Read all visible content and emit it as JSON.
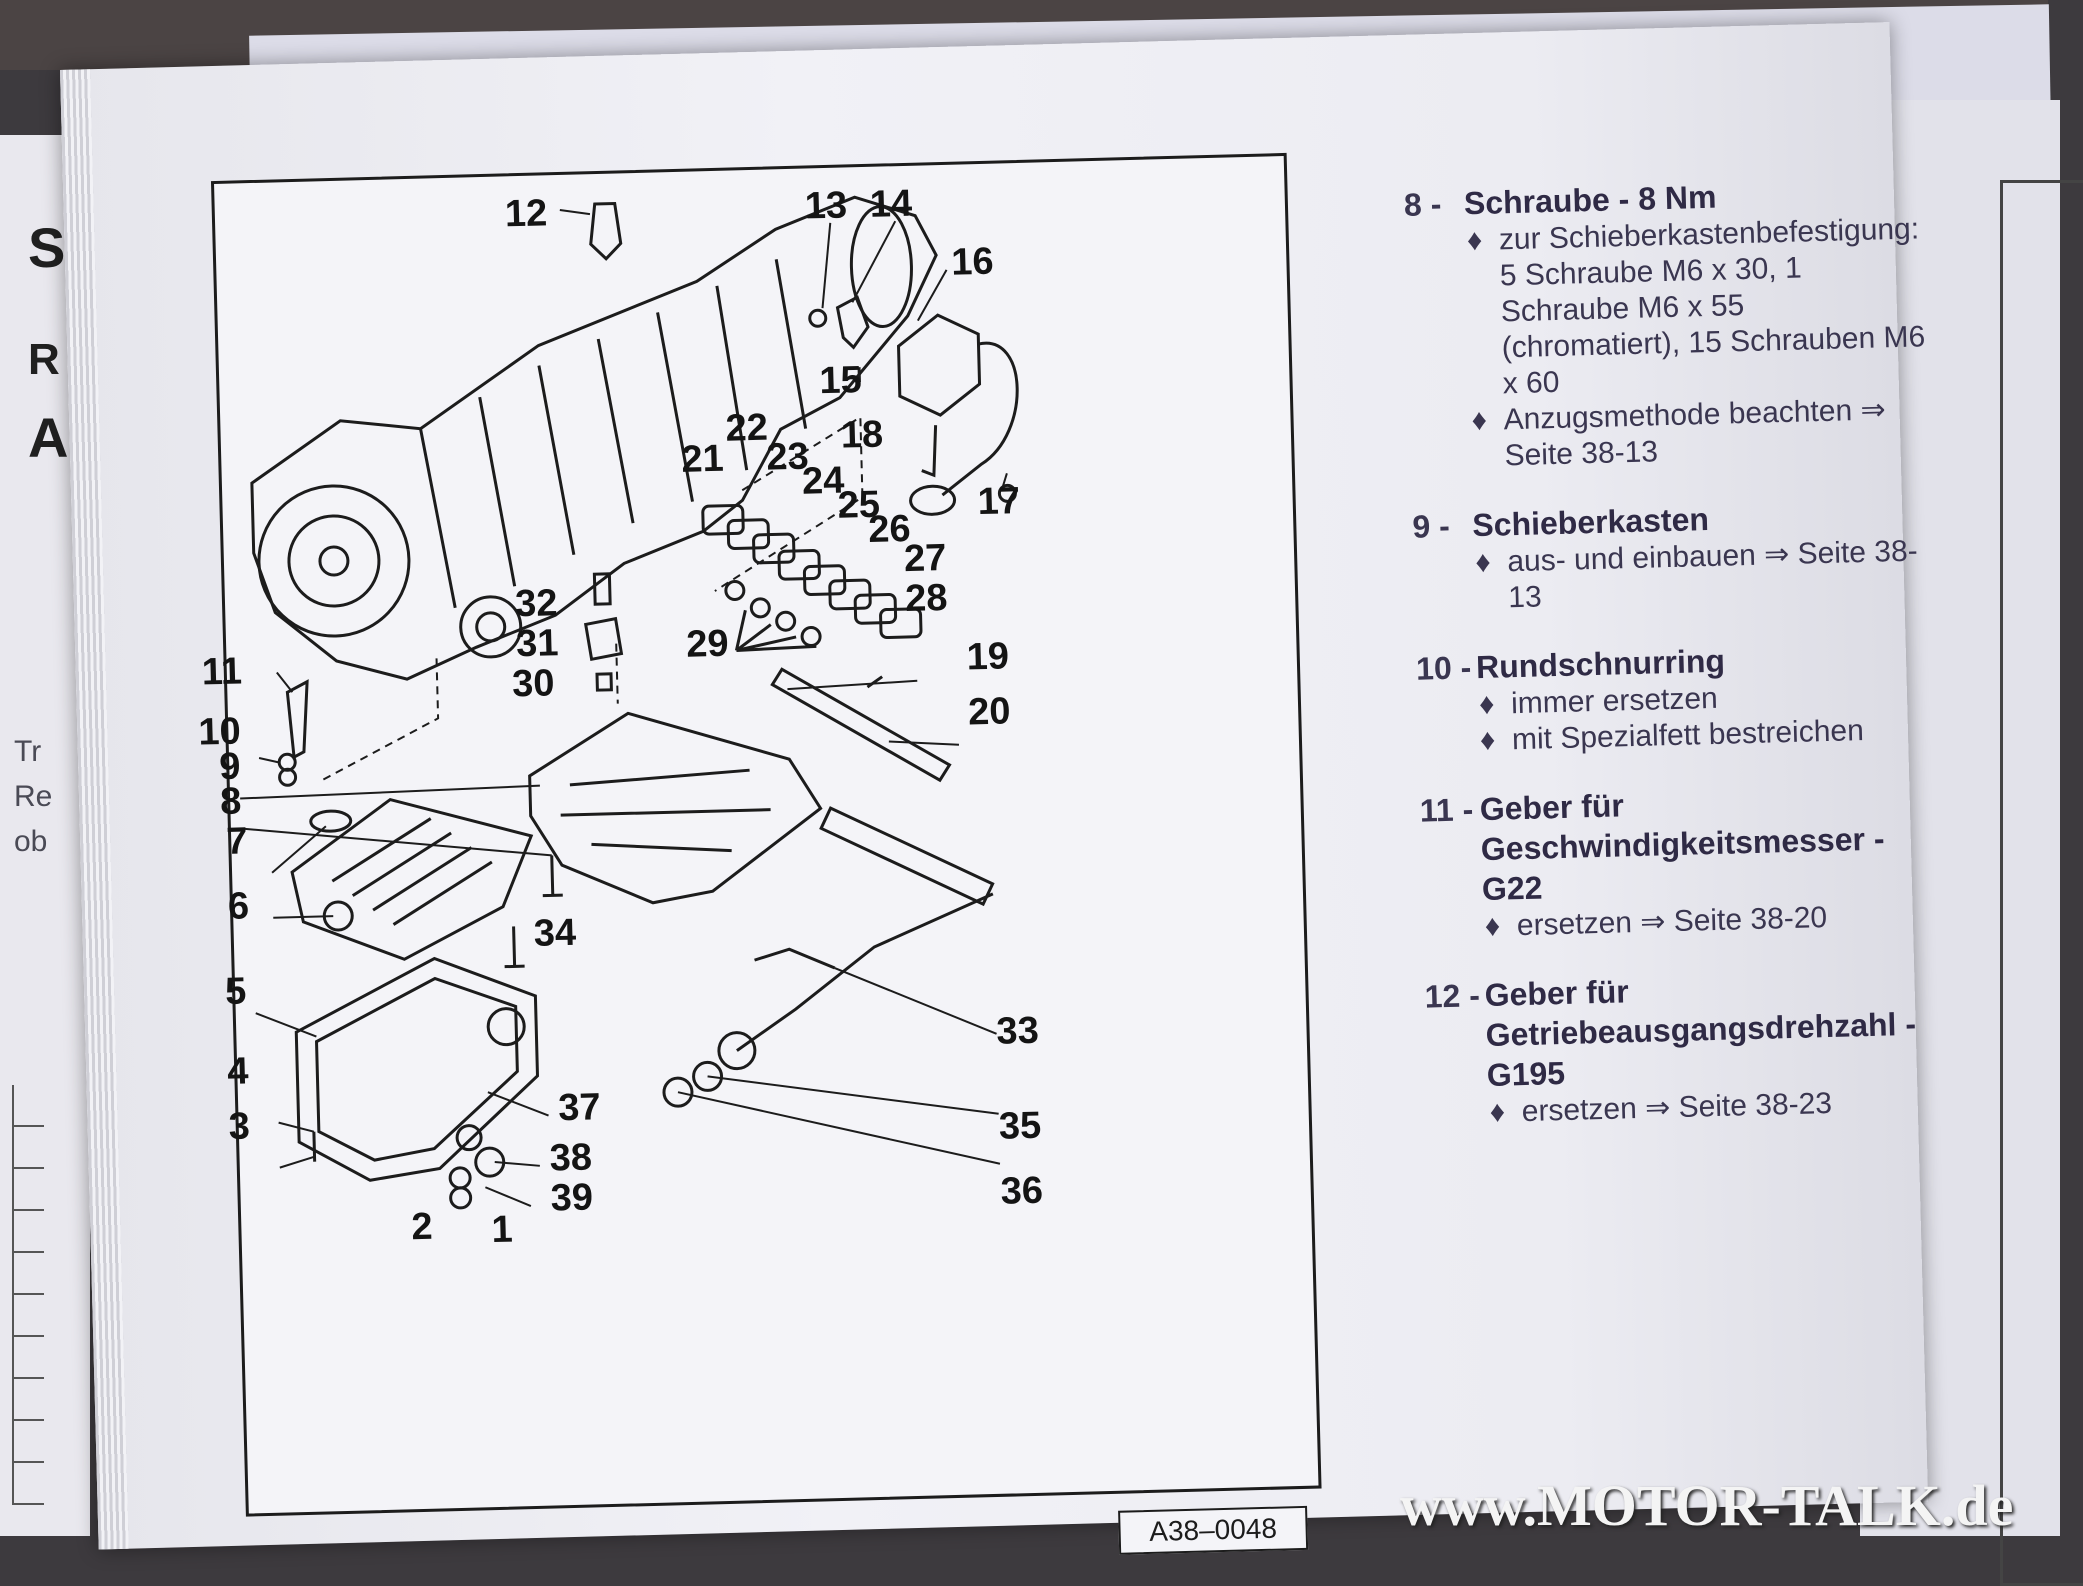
{
  "diagram": {
    "figure_id": "A38–0048",
    "callouts": [
      "1",
      "2",
      "3",
      "4",
      "5",
      "6",
      "7",
      "8",
      "9",
      "10",
      "11",
      "12",
      "13",
      "14",
      "15",
      "16",
      "17",
      "18",
      "19",
      "20",
      "21",
      "22",
      "23",
      "24",
      "25",
      "26",
      "27",
      "28",
      "29",
      "30",
      "31",
      "32",
      "33",
      "34",
      "35",
      "36",
      "37",
      "38",
      "39"
    ]
  },
  "legend": [
    {
      "number": "8 -",
      "title": "Schraube - 8 Nm",
      "bullets": [
        "zur Schieberkastenbefestigung: 5 Schraube M6 x 30, 1 Schraube M6 x 55 (chromatiert), 15 Schrauben M6 x 60",
        "Anzugsmethode beachten ⇒ Seite 38-13"
      ]
    },
    {
      "number": "9 -",
      "title": "Schieberkasten",
      "bullets": [
        "aus- und einbauen ⇒ Seite 38-13"
      ]
    },
    {
      "number": "10 -",
      "title": "Rundschnurring",
      "bullets": [
        "immer ersetzen",
        "mit Spezialfett bestreichen"
      ]
    },
    {
      "number": "11 -",
      "title": "Geber für Geschwindigkeitsmesser -G22",
      "bullets": [
        "ersetzen ⇒ Seite 38-20"
      ]
    },
    {
      "number": "12 -",
      "title": "Geber für Getriebeausgangsdrehzahl -G195",
      "bullets": [
        "ersetzen ⇒ Seite 38-23"
      ]
    }
  ],
  "left_page_fragments": [
    "S",
    "R",
    "A",
    "Tr",
    "Re",
    "ob"
  ],
  "watermark": "www.MOTOR-TALK.de",
  "bullet_symbol": "♦",
  "colors": {
    "ink": "#141414",
    "legend_text": "#2f2a45",
    "paper": "#f1f1f6"
  }
}
